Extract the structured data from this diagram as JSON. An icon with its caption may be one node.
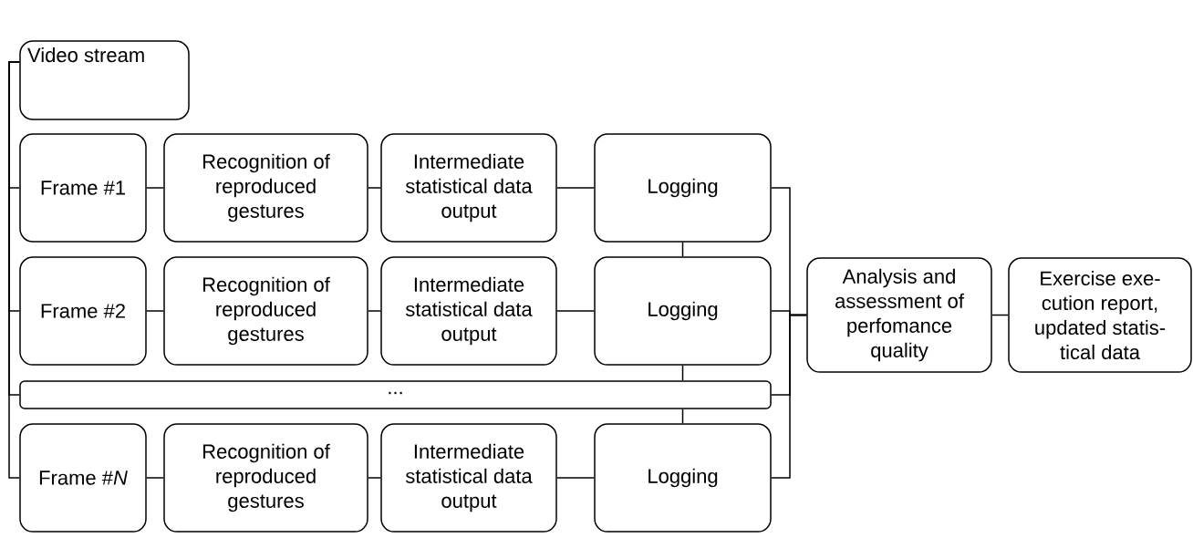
{
  "diagram": {
    "nodes": [
      {
        "text": [
          "Video stream"
        ]
      },
      {
        "text": [
          "Frame #1"
        ]
      },
      {
        "text": [
          "Recognition of reproduced gestures"
        ]
      },
      {
        "text": [
          "Intermediate statistical data output"
        ]
      },
      {
        "text": [
          "Logging"
        ]
      },
      {
        "text": [
          "Frame #2"
        ]
      },
      {
        "text": [
          "Recognition of reproduced gestures"
        ]
      },
      {
        "text": [
          "Intermediate statistical data output"
        ]
      },
      {
        "text": [
          "Logging"
        ]
      },
      {
        "text": [
          "..."
        ]
      },
      {
        "text": [
          "Frame #*N*"
        ]
      },
      {
        "text": [
          "Recognition of reproduced gestures"
        ]
      },
      {
        "text": [
          "Intermediate statistical data output"
        ]
      },
      {
        "text": [
          "Logging"
        ]
      },
      {
        "text": [
          "Analysis and assessment of perfomance quality"
        ]
      },
      {
        "text": [
          "Exercise exe- cution report, updated statis- tical data"
        ]
      }
    ],
    "edges": [
      {
        "from": 0,
        "to": 1,
        "arrow": "none"
      },
      {
        "from": 0,
        "to": 5,
        "arrow": "none"
      },
      {
        "from": 0,
        "to": 9,
        "arrow": "none"
      },
      {
        "from": 0,
        "to": 10,
        "arrow": "none"
      },
      {
        "from": 1,
        "to": 2,
        "arrow": "none"
      },
      {
        "from": 2,
        "to": 3,
        "arrow": "none"
      },
      {
        "from": 3,
        "to": 4,
        "arrow": "none"
      },
      {
        "from": 5,
        "to": 6,
        "arrow": "none"
      },
      {
        "from": 6,
        "to": 7,
        "arrow": "none"
      },
      {
        "from": 7,
        "to": 8,
        "arrow": "none"
      },
      {
        "from": 10,
        "to": 11,
        "arrow": "none"
      },
      {
        "from": 11,
        "to": 12,
        "arrow": "none"
      },
      {
        "from": 12,
        "to": 13,
        "arrow": "none"
      },
      {
        "from": 4,
        "to": 8,
        "arrow": "none"
      },
      {
        "from": 8,
        "to": 9,
        "arrow": "none"
      },
      {
        "from": 9,
        "to": 13,
        "arrow": "none"
      },
      {
        "from": 4,
        "to": 14,
        "arrow": "none"
      },
      {
        "from": 8,
        "to": 14,
        "arrow": "none"
      },
      {
        "from": 9,
        "to": 14,
        "arrow": "none"
      },
      {
        "from": 13,
        "to": 14,
        "arrow": "none"
      },
      {
        "from": 14,
        "to": 15,
        "arrow": "none"
      }
    ]
  }
}
